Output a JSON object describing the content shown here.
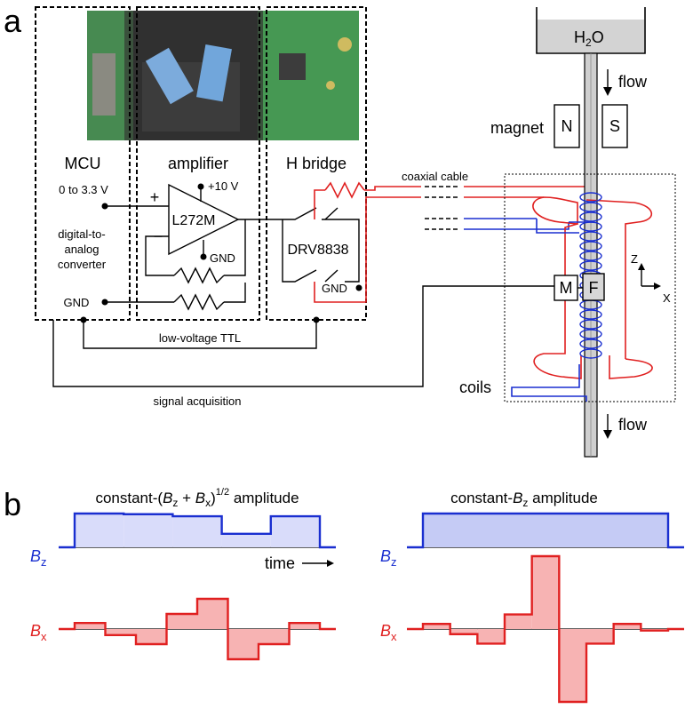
{
  "panel_a": {
    "label": "a",
    "blocks": {
      "mcu": "MCU",
      "amplifier": "amplifier",
      "hbridge": "H bridge"
    },
    "mcu": {
      "voltage": "0 to 3.3 V",
      "dac_line1": "digital-to-",
      "dac_line2": "analog",
      "dac_line3": "converter",
      "gnd": "GND"
    },
    "amp": {
      "chip": "L272M",
      "supply": "+10 V",
      "plus": "+",
      "minus": "−",
      "gnd": "GND"
    },
    "hb": {
      "chip": "DRV8838",
      "gnd": "GND"
    },
    "coax": "coaxial cable",
    "ttl": "low-voltage TTL",
    "acq": "signal acquisition",
    "water_main": "H",
    "water_sub": "2",
    "water_end": "O",
    "flow_top": "flow",
    "flow_bottom": "flow",
    "magnet": "magnet",
    "pole_n": "N",
    "pole_s": "S",
    "coils": "coils",
    "m_box": "M",
    "f_box": "F",
    "axis_z": "Z",
    "axis_x": "X",
    "colors": {
      "red": "#e02020",
      "blue": "#1a2fd0",
      "water": "#d3d3d3"
    }
  },
  "panel_b": {
    "label": "b",
    "left_title": {
      "pre": "constant-(",
      "bz_b": "B",
      "bz_sub": "z",
      "plus": " + ",
      "bx_b": "B",
      "bx_sub": "x",
      "close": ")",
      "sup": "1/2",
      "post": " amplitude"
    },
    "right_title": {
      "pre": "constant-",
      "bz_b": "B",
      "bz_sub": "z",
      "post": " amplitude"
    },
    "bz_label": {
      "b": "B",
      "sub": "z"
    },
    "bx_label": {
      "b": "B",
      "sub": "x"
    },
    "time": "time",
    "colors": {
      "bz_line": "#1a2fd0",
      "bz_fill": "#d9dcfa",
      "bz_fill_right": "#c5cbf5",
      "bx_line": "#e02020",
      "bx_fill": "#f7b3b3"
    }
  },
  "chart_data": [
    {
      "type": "line",
      "series": [
        {
          "name": "Bz",
          "step_levels": [
            0,
            1,
            0.98,
            0.92,
            0.4,
            0.92,
            0
          ]
        }
      ]
    },
    {
      "type": "line",
      "series": [
        {
          "name": "Bx",
          "step_levels": [
            0,
            0.2,
            -0.2,
            -0.5,
            0.5,
            1,
            -1,
            -0.5,
            0.2,
            0
          ]
        }
      ]
    },
    {
      "type": "line",
      "series": [
        {
          "name": "Bz",
          "step_levels": [
            0,
            1,
            1,
            1,
            1,
            0
          ]
        }
      ]
    },
    {
      "type": "line",
      "series": [
        {
          "name": "Bx",
          "step_levels": [
            0,
            0.07,
            -0.07,
            -0.2,
            0.2,
            1,
            -1,
            -0.2,
            0.07,
            -0.02,
            0
          ]
        }
      ]
    }
  ]
}
